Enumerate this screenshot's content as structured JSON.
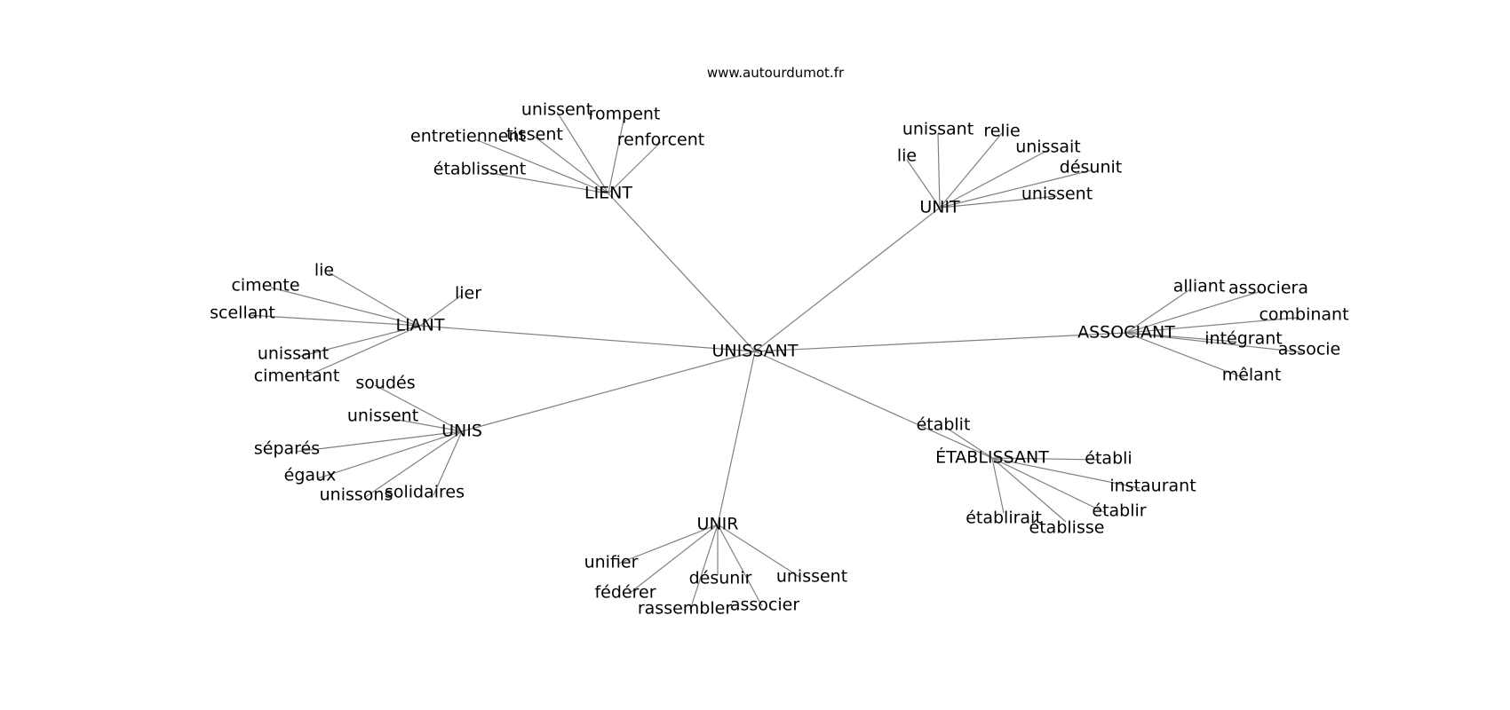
{
  "source": "www.autourdumot.fr",
  "colors": {
    "edge": "#808080",
    "text": "#000000",
    "background": "#ffffff"
  },
  "graph": {
    "center": "UNISSANT",
    "groups": [
      {
        "hub": "LIENT",
        "words": [
          "unissent",
          "rompent",
          "tissent",
          "entretiennent",
          "renforcent",
          "établissent"
        ]
      },
      {
        "hub": "UNIT",
        "words": [
          "unissant",
          "relie",
          "lie",
          "unissait",
          "désunit",
          "unissent"
        ]
      },
      {
        "hub": "LIANT",
        "words": [
          "lie",
          "cimente",
          "lier",
          "scellant",
          "unissant",
          "cimentant"
        ]
      },
      {
        "hub": "ASSOCIANT",
        "words": [
          "alliant",
          "associera",
          "combinant",
          "intégrant",
          "associe",
          "mêlant"
        ]
      },
      {
        "hub": "UNIS",
        "words": [
          "soudés",
          "unissent",
          "séparés",
          "égaux",
          "unissons",
          "solidaires"
        ]
      },
      {
        "hub": "ÉTABLISSANT",
        "words": [
          "établit",
          "établi",
          "instaurant",
          "établir",
          "établirait",
          "établisse"
        ]
      },
      {
        "hub": "UNIR",
        "words": [
          "unifier",
          "désunir",
          "unissent",
          "fédérer",
          "rassembler",
          "associer"
        ]
      }
    ]
  }
}
